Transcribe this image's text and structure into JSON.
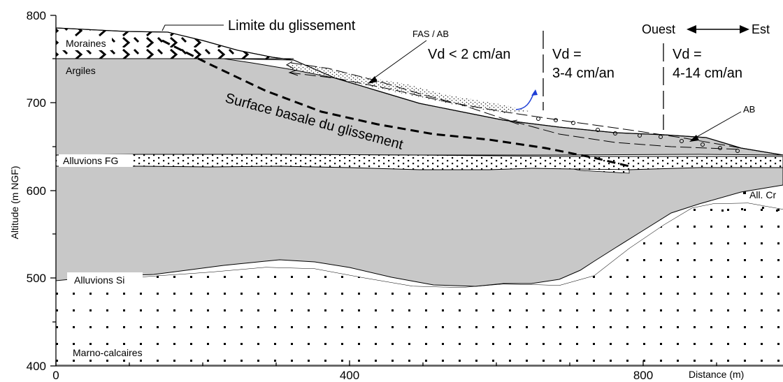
{
  "axes": {
    "y_label": "Altitude (m NGF)",
    "x_label": "Distance (m)",
    "y_ticks": [
      "800",
      "700",
      "600",
      "500",
      "400"
    ],
    "x_ticks": [
      "0",
      "400",
      "800"
    ]
  },
  "layers": {
    "moraines": "Moraines",
    "argiles": "Argiles",
    "alluvions_fg": "Alluvions FG",
    "all_cr": "All. Cr",
    "alluvions_si": "Alluvions Si",
    "marno_calcaires": "Marno-calcaires"
  },
  "annotations": {
    "limite": "Limite du glissement",
    "fas_ab": "FAS / AB",
    "ab": "AB",
    "surface_basale": "Surface basale du glissement",
    "ouest": "Ouest",
    "est": "Est",
    "vd1": "Vd < 2 cm/an",
    "vd2_line1": "Vd =",
    "vd2_line2": "3-4 cm/an",
    "vd3_line1": "Vd =",
    "vd3_line2": "4-14 cm/an"
  },
  "colors": {
    "clay": "#c8c8c8",
    "marl": "#fbf6c2",
    "arrow_blue": "#1f3fd6"
  }
}
